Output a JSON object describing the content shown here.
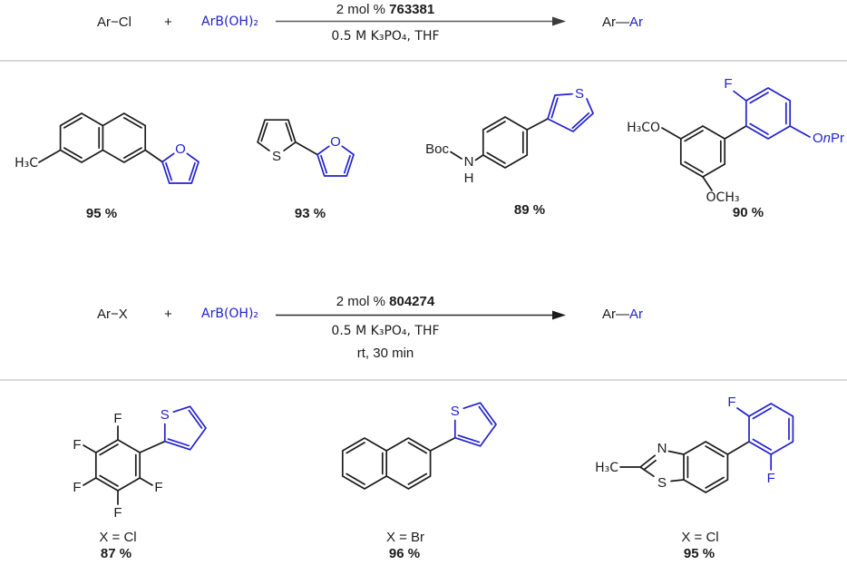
{
  "colors": {
    "bond_black": "#1c1c1c",
    "bond_blue": "#2222cc",
    "divider_gray": "#d9d9d9"
  },
  "scheme1": {
    "aryl_halide": "Ar−Cl",
    "plus": "+",
    "boronic_acid": "ArB(OH)₂",
    "catalyst_prefix": "2 mol %",
    "catalyst_number": "763381",
    "conditions": "0.5 M K₃PO₄, THF",
    "product_ar_left": "Ar",
    "product_bond": "—",
    "product_ar_right": "Ar"
  },
  "scheme2": {
    "aryl_halide": "Ar−X",
    "plus": "+",
    "boronic_acid": "ArB(OH)₂",
    "catalyst_prefix": "2 mol %",
    "catalyst_number": "804274",
    "conditions": "0.5 M K₃PO₄, THF",
    "conditions2": "rt, 30 min",
    "product_ar_left": "Ar",
    "product_bond": "—",
    "product_ar_right": "Ar"
  },
  "products_row1": [
    {
      "yield": "95 %",
      "labels": {
        "ch3": "H₃C",
        "o": "O"
      }
    },
    {
      "yield": "93 %",
      "labels": {
        "s": "S",
        "o": "O"
      }
    },
    {
      "yield": "89 %",
      "labels": {
        "boc": "Boc",
        "n": "N",
        "h": "H",
        "s": "S"
      }
    },
    {
      "yield": "90 %",
      "labels": {
        "h3co": "H₃CO",
        "och3": "OCH₃",
        "f": "F",
        "o": "O",
        "n": "n",
        "pr": "Pr"
      }
    }
  ],
  "products_row2": [
    {
      "x_label": "X = Cl",
      "yield": "87 %",
      "labels": {
        "f": "F",
        "s": "S"
      }
    },
    {
      "x_label": "X = Br",
      "yield": "96 %",
      "labels": {
        "s": "S"
      }
    },
    {
      "x_label": "X = Cl",
      "yield": "95 %",
      "labels": {
        "h3c": "H₃C",
        "n": "N",
        "s": "S",
        "f": "F"
      }
    }
  ]
}
